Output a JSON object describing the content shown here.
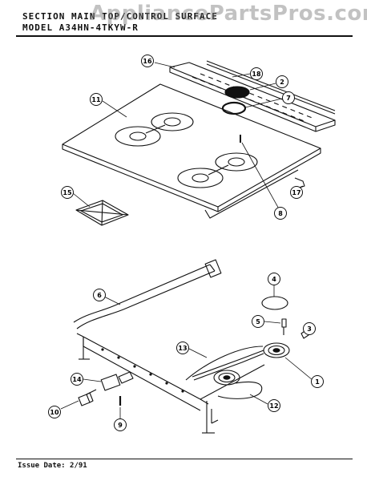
{
  "watermark": "AppliancePartsPros.com",
  "header": {
    "section": "SECTION  MAIN TOP/CONTROL SURFACE",
    "model": "MODEL   A34HN-4TKYW-R"
  },
  "footer": {
    "issue_date": "Issue Date: 2/91"
  },
  "callouts": [
    "16",
    "18",
    "2",
    "7",
    "11",
    "8",
    "17",
    "15",
    "4",
    "6",
    "5",
    "3",
    "13",
    "1",
    "14",
    "10",
    "9",
    "12"
  ]
}
